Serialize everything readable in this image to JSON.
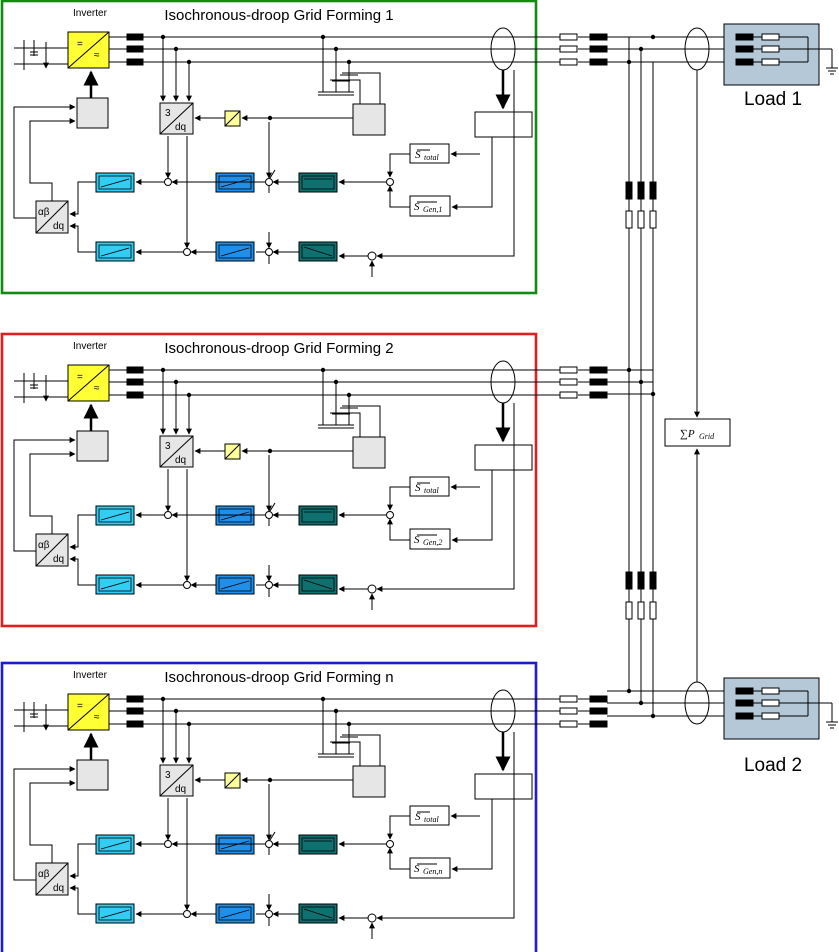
{
  "modules": [
    {
      "title": "Isochronous-droop Grid Forming 1",
      "inverter_label": "Inverter",
      "frame_color": "#138a13",
      "s_total": "S",
      "s_total_sub": "total",
      "s_gen": "S",
      "s_gen_sub": "Gen,1"
    },
    {
      "title": "Isochronous-droop Grid Forming 2",
      "inverter_label": "Inverter",
      "frame_color": "#e02020",
      "s_total": "S",
      "s_total_sub": "total",
      "s_gen": "S",
      "s_gen_sub": "Gen,2"
    },
    {
      "title": "Isochronous-droop Grid Forming n",
      "inverter_label": "Inverter",
      "frame_color": "#1c1cc8",
      "s_total": "S",
      "s_total_sub": "total",
      "s_gen": "S",
      "s_gen_sub": "Gen,n"
    }
  ],
  "transform_labels": {
    "abc_top": "3",
    "dq": "dq",
    "alpha_beta": "αβ"
  },
  "inverter_symbols": {
    "dc": "=",
    "ac": "≈"
  },
  "loads": [
    {
      "label": "Load 1"
    },
    {
      "label": "Load 2"
    }
  ],
  "grid_sum": {
    "symbol": "∑P",
    "sub": "Grid"
  },
  "colors": {
    "inverter_fill": "#ffff33",
    "gray_block": "#e6e6e6",
    "cyan_block": "#33ccf2",
    "blue_block": "#1f8fea",
    "teal_block": "#0f7070",
    "yellow_small": "#ffff99",
    "load_fill": "#b4c8d8"
  }
}
